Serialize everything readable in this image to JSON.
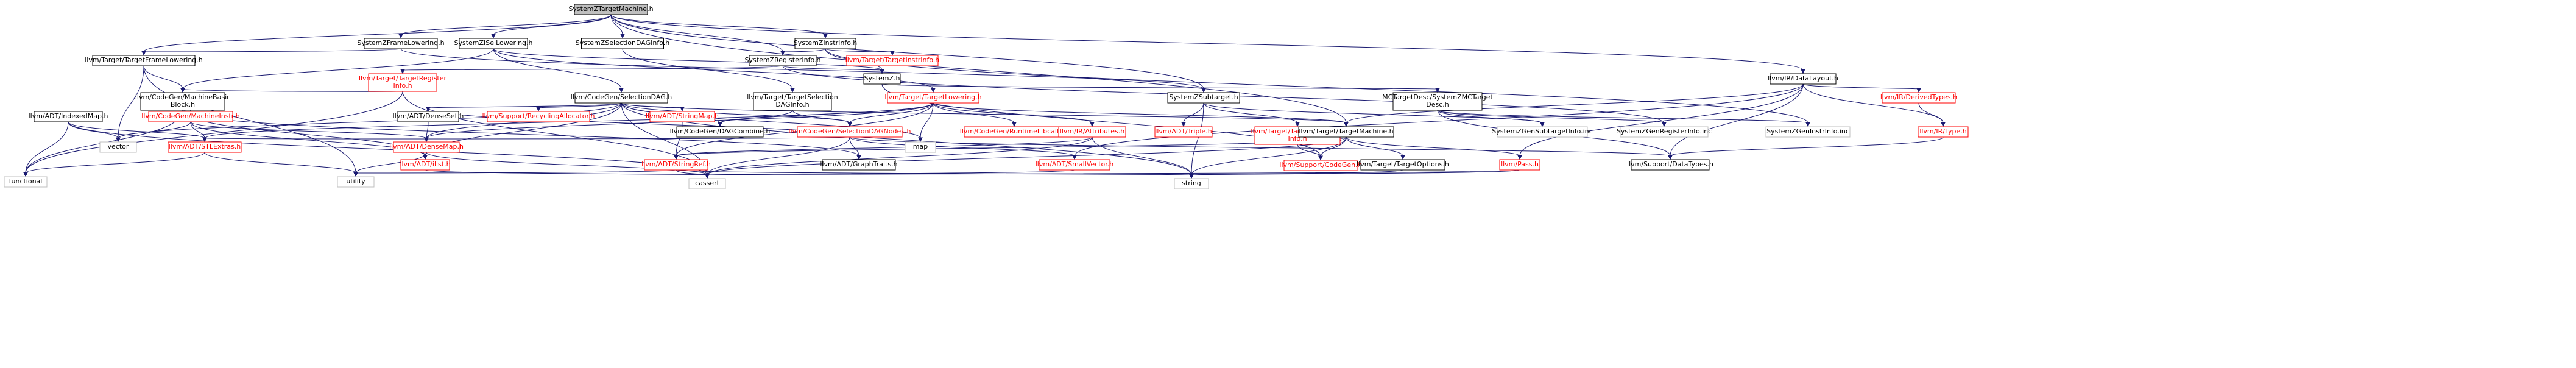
{
  "colors": {
    "edge": "#191970",
    "root_fill": "#bfbfbf",
    "node_stroke": "#000000",
    "linked_text": "#000000",
    "missing_text": "#ff0000",
    "missing_stroke": "#ff0000",
    "external_stroke": "#bfbfbf"
  },
  "nodes": [
    {
      "id": "root",
      "lines": [
        "SystemZTargetMachine.h"
      ],
      "style": "root"
    },
    {
      "id": "frameLow",
      "lines": [
        "SystemZFrameLowering.h"
      ],
      "style": "normal"
    },
    {
      "id": "iselLow",
      "lines": [
        "SystemZISelLowering.h"
      ],
      "style": "normal"
    },
    {
      "id": "selDagInfo",
      "lines": [
        "SystemZSelectionDAGInfo.h"
      ],
      "style": "normal"
    },
    {
      "id": "instrInfo",
      "lines": [
        "SystemZInstrInfo.h"
      ],
      "style": "normal"
    },
    {
      "id": "regInfo",
      "lines": [
        "SystemZRegisterInfo.h"
      ],
      "style": "normal"
    },
    {
      "id": "systemZ",
      "lines": [
        "SystemZ.h"
      ],
      "style": "normal"
    },
    {
      "id": "tgtFrameLow",
      "lines": [
        "llvm/Target/TargetFrameLowering.h"
      ],
      "style": "normal"
    },
    {
      "id": "tgtRegInfo",
      "lines": [
        "llvm/Target/TargetRegister",
        "Info.h"
      ],
      "style": "missing"
    },
    {
      "id": "tgtInstrInfo",
      "lines": [
        "llvm/Target/TargetInstrInfo.h"
      ],
      "style": "missing"
    },
    {
      "id": "dataLayout",
      "lines": [
        "llvm/IR/DataLayout.h"
      ],
      "style": "normal"
    },
    {
      "id": "indexedMap",
      "lines": [
        "llvm/ADT/IndexedMap.h"
      ],
      "style": "normal"
    },
    {
      "id": "mbb",
      "lines": [
        "llvm/CodeGen/MachineBasic",
        "Block.h"
      ],
      "style": "normal"
    },
    {
      "id": "selDag",
      "lines": [
        "llvm/CodeGen/SelectionDAG.h"
      ],
      "style": "normal"
    },
    {
      "id": "tgtSelDagInfo",
      "lines": [
        "llvm/Target/TargetSelection",
        "DAGInfo.h"
      ],
      "style": "normal"
    },
    {
      "id": "tgtLowering",
      "lines": [
        "llvm/Target/TargetLowering.h"
      ],
      "style": "missing"
    },
    {
      "id": "subtarget",
      "lines": [
        "SystemZSubtarget.h"
      ],
      "style": "normal"
    },
    {
      "id": "mcDesc",
      "lines": [
        "MCTargetDesc/SystemZMCTarget",
        "Desc.h"
      ],
      "style": "normal"
    },
    {
      "id": "derivedTypes",
      "lines": [
        "llvm/IR/DerivedTypes.h"
      ],
      "style": "missing"
    },
    {
      "id": "vector",
      "lines": [
        "vector"
      ],
      "style": "external"
    },
    {
      "id": "functional",
      "lines": [
        "functional"
      ],
      "style": "external"
    },
    {
      "id": "stlExtras",
      "lines": [
        "llvm/ADT/STLExtras.h"
      ],
      "style": "missing"
    },
    {
      "id": "utility",
      "lines": [
        "utility"
      ],
      "style": "external"
    },
    {
      "id": "cassert",
      "lines": [
        "cassert"
      ],
      "style": "external"
    },
    {
      "id": "machineInstr",
      "lines": [
        "llvm/CodeGen/MachineInstr.h"
      ],
      "style": "missing"
    },
    {
      "id": "graphTraits",
      "lines": [
        "llvm/ADT/GraphTraits.h"
      ],
      "style": "normal"
    },
    {
      "id": "recycling",
      "lines": [
        "llvm/Support/RecyclingAllocator.h"
      ],
      "style": "missing"
    },
    {
      "id": "denseSet",
      "lines": [
        "llvm/ADT/DenseSet.h"
      ],
      "style": "normal"
    },
    {
      "id": "denseMap",
      "lines": [
        "llvm/ADT/DenseMap.h"
      ],
      "style": "missing"
    },
    {
      "id": "ilist",
      "lines": [
        "llvm/ADT/ilist.h"
      ],
      "style": "missing"
    },
    {
      "id": "stringMap",
      "lines": [
        "llvm/ADT/StringMap.h"
      ],
      "style": "missing"
    },
    {
      "id": "stringRef",
      "lines": [
        "llvm/ADT/StringRef.h"
      ],
      "style": "missing"
    },
    {
      "id": "dagCombine",
      "lines": [
        "llvm/CodeGen/DAGCombine.h"
      ],
      "style": "normal"
    },
    {
      "id": "selDagNodes",
      "lines": [
        "llvm/CodeGen/SelectionDAGNodes.h"
      ],
      "style": "missing"
    },
    {
      "id": "runtimeLibcalls",
      "lines": [
        "llvm/CodeGen/RuntimeLibcalls.h"
      ],
      "style": "missing"
    },
    {
      "id": "attributes",
      "lines": [
        "llvm/IR/Attributes.h"
      ],
      "style": "missing"
    },
    {
      "id": "map",
      "lines": [
        "map"
      ],
      "style": "external"
    },
    {
      "id": "smallVector",
      "lines": [
        "llvm/ADT/SmallVector.h"
      ],
      "style": "missing"
    },
    {
      "id": "string",
      "lines": [
        "string"
      ],
      "style": "external"
    },
    {
      "id": "triple",
      "lines": [
        "llvm/ADT/Triple.h"
      ],
      "style": "missing"
    },
    {
      "id": "tgtSubtarget",
      "lines": [
        "llvm/Target/TargetSubtarget",
        "Info.h"
      ],
      "style": "missing"
    },
    {
      "id": "tgtMachine",
      "lines": [
        "llvm/Target/TargetMachine.h"
      ],
      "style": "normal"
    },
    {
      "id": "supportCodeGen",
      "lines": [
        "llvm/Support/CodeGen.h"
      ],
      "style": "missing"
    },
    {
      "id": "tgtOptions",
      "lines": [
        "llvm/Target/TargetOptions.h"
      ],
      "style": "normal"
    },
    {
      "id": "pass",
      "lines": [
        "llvm/Pass.h"
      ],
      "style": "missing"
    },
    {
      "id": "dataTypes",
      "lines": [
        "llvm/Support/DataTypes.h"
      ],
      "style": "normal"
    },
    {
      "id": "genSubtarget",
      "lines": [
        "SystemZGenSubtargetInfo.inc"
      ],
      "style": "external"
    },
    {
      "id": "genRegister",
      "lines": [
        "SystemZGenRegisterInfo.inc"
      ],
      "style": "external"
    },
    {
      "id": "genInstr",
      "lines": [
        "SystemZGenInstrInfo.inc"
      ],
      "style": "external"
    },
    {
      "id": "irType",
      "lines": [
        "llvm/IR/Type.h"
      ],
      "style": "missing"
    }
  ],
  "edges": [
    [
      "root",
      "frameLow"
    ],
    [
      "root",
      "iselLow"
    ],
    [
      "root",
      "selDagInfo"
    ],
    [
      "root",
      "instrInfo"
    ],
    [
      "root",
      "regInfo"
    ],
    [
      "root",
      "subtarget"
    ],
    [
      "root",
      "tgtFrameLow"
    ],
    [
      "root",
      "tgtMachine"
    ],
    [
      "root",
      "dataLayout"
    ],
    [
      "frameLow",
      "tgtFrameLow"
    ],
    [
      "frameLow",
      "subtarget"
    ],
    [
      "iselLow",
      "mbb"
    ],
    [
      "iselLow",
      "selDag"
    ],
    [
      "iselLow",
      "tgtLowering"
    ],
    [
      "iselLow",
      "systemZ"
    ],
    [
      "selDagInfo",
      "tgtSelDagInfo"
    ],
    [
      "instrInfo",
      "regInfo"
    ],
    [
      "instrInfo",
      "systemZ"
    ],
    [
      "instrInfo",
      "tgtInstrInfo"
    ],
    [
      "instrInfo",
      "genInstr"
    ],
    [
      "regInfo",
      "systemZ"
    ],
    [
      "regInfo",
      "tgtRegInfo"
    ],
    [
      "regInfo",
      "genRegister"
    ],
    [
      "systemZ",
      "mcDesc"
    ],
    [
      "systemZ",
      "supportCodeGen"
    ],
    [
      "tgtFrameLow",
      "mbb"
    ],
    [
      "tgtFrameLow",
      "vector"
    ],
    [
      "tgtFrameLow",
      "utility"
    ],
    [
      "tgtRegInfo",
      "mbb"
    ],
    [
      "tgtRegInfo",
      "cassert"
    ],
    [
      "tgtRegInfo",
      "functional"
    ],
    [
      "dataLayout",
      "tgtMachine"
    ],
    [
      "dataLayout",
      "derivedTypes"
    ],
    [
      "dataLayout",
      "smallVector"
    ],
    [
      "dataLayout",
      "pass"
    ],
    [
      "dataLayout",
      "dataTypes"
    ],
    [
      "dataLayout",
      "irType"
    ],
    [
      "indexedMap",
      "stlExtras"
    ],
    [
      "indexedMap",
      "functional"
    ],
    [
      "indexedMap",
      "vector"
    ],
    [
      "indexedMap",
      "cassert"
    ],
    [
      "mbb",
      "machineInstr"
    ],
    [
      "mbb",
      "graphTraits"
    ],
    [
      "mbb",
      "ilist"
    ],
    [
      "mbb",
      "functional"
    ],
    [
      "selDag",
      "recycling"
    ],
    [
      "selDag",
      "denseSet"
    ],
    [
      "selDag",
      "stringMap"
    ],
    [
      "selDag",
      "dagCombine"
    ],
    [
      "selDag",
      "selDagNodes"
    ],
    [
      "selDag",
      "tgtMachine"
    ],
    [
      "selDag",
      "map"
    ],
    [
      "selDag",
      "string"
    ],
    [
      "selDag",
      "vector"
    ],
    [
      "selDag",
      "ilist"
    ],
    [
      "selDag",
      "cassert"
    ],
    [
      "selDag",
      "denseMap"
    ],
    [
      "tgtSelDagInfo",
      "selDagNodes"
    ],
    [
      "tgtSelDagInfo",
      "dagCombine"
    ],
    [
      "tgtLowering",
      "dagCombine"
    ],
    [
      "tgtLowering",
      "selDagNodes"
    ],
    [
      "tgtLowering",
      "runtimeLibcalls"
    ],
    [
      "tgtLowering",
      "attributes"
    ],
    [
      "tgtLowering",
      "map"
    ],
    [
      "tgtLowering",
      "tgtMachine"
    ],
    [
      "tgtLowering",
      "stringRef"
    ],
    [
      "tgtLowering",
      "denseMap"
    ],
    [
      "tgtLowering",
      "stlExtras"
    ],
    [
      "subtarget",
      "triple"
    ],
    [
      "subtarget",
      "tgtSubtarget"
    ],
    [
      "subtarget",
      "genSubtarget"
    ],
    [
      "subtarget",
      "string"
    ],
    [
      "mcDesc",
      "genSubtarget"
    ],
    [
      "mcDesc",
      "genRegister"
    ],
    [
      "mcDesc",
      "genInstr"
    ],
    [
      "mcDesc",
      "dataTypes"
    ],
    [
      "derivedTypes",
      "irType"
    ],
    [
      "irType",
      "dataTypes"
    ],
    [
      "machineInstr",
      "stlExtras"
    ],
    [
      "machineInstr",
      "ilist"
    ],
    [
      "machineInstr",
      "vector"
    ],
    [
      "machineInstr",
      "denseMap"
    ],
    [
      "stlExtras",
      "utility"
    ],
    [
      "stlExtras",
      "functional"
    ],
    [
      "denseSet",
      "denseMap"
    ],
    [
      "denseMap",
      "utility"
    ],
    [
      "denseMap",
      "cassert"
    ],
    [
      "ilist",
      "cassert"
    ],
    [
      "stringMap",
      "stringRef"
    ],
    [
      "stringRef",
      "cassert"
    ],
    [
      "stringRef",
      "string"
    ],
    [
      "stringRef",
      "utility"
    ],
    [
      "selDagNodes",
      "graphTraits"
    ],
    [
      "selDagNodes",
      "smallVector"
    ],
    [
      "selDagNodes",
      "denseSet"
    ],
    [
      "selDagNodes",
      "stlExtras"
    ],
    [
      "selDagNodes",
      "cassert"
    ],
    [
      "selDagNodes",
      "dataTypes"
    ],
    [
      "attributes",
      "stringRef"
    ],
    [
      "attributes",
      "string"
    ],
    [
      "attributes",
      "cassert"
    ],
    [
      "smallVector",
      "cassert"
    ],
    [
      "tgtSubtarget",
      "supportCodeGen"
    ],
    [
      "tgtMachine",
      "stringRef"
    ],
    [
      "tgtMachine",
      "supportCodeGen"
    ],
    [
      "tgtMachine",
      "tgtOptions"
    ],
    [
      "tgtMachine",
      "pass"
    ],
    [
      "tgtMachine",
      "string"
    ],
    [
      "tgtMachine",
      "cassert"
    ],
    [
      "tgtOptions",
      "string"
    ],
    [
      "pass",
      "string"
    ],
    [
      "pass",
      "cassert"
    ]
  ]
}
